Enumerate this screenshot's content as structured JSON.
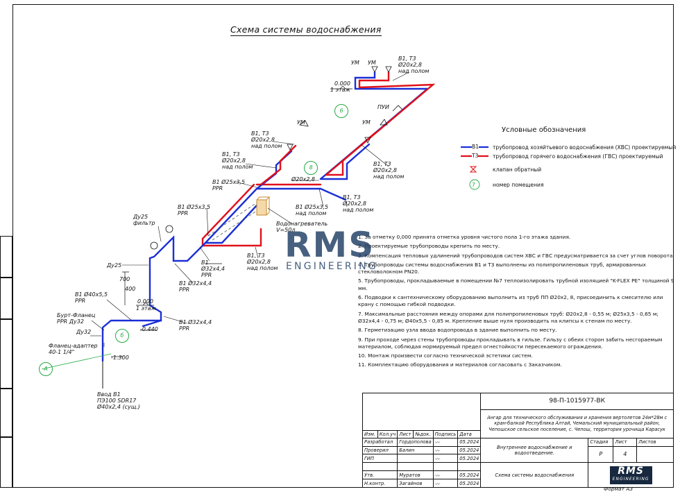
{
  "drawing": {
    "title": "Схема системы водоснабжения",
    "format": "Формат А3"
  },
  "legend": {
    "title": "Условные обозначения",
    "items": [
      {
        "code": "В1",
        "text": "трубопровод хозяйтьевого водоснабжения (ХВС) проектируемый",
        "color": "#1a2fd6"
      },
      {
        "code": "Т3",
        "text": "трубопровод горячего водоснабжения (ГВС) проектируемый",
        "color": "#e0101a"
      },
      {
        "code": "",
        "text": "клапан обратный",
        "color": "#e0101a"
      },
      {
        "code": "7",
        "text": "номер помещения",
        "color": "#22aa44"
      }
    ]
  },
  "labels": {
    "top_pipe": [
      "В1, Т3",
      "Ø20х2,8",
      "над полом"
    ],
    "level_0": "0.000",
    "floor_1": "1 этаж",
    "um": "УМ",
    "pui": "ПУИ",
    "room6": "6",
    "room8": "8",
    "room6b": "б",
    "room_a": "А",
    "left_um": "УМ",
    "b1t3_a": [
      "В1, Т3",
      "Ø20х2,8",
      "над полом"
    ],
    "b1t3_b": [
      "В1, Т3",
      "Ø20х2,8",
      "над полом"
    ],
    "b1t3_c": [
      "В1, Т3",
      "Ø20х2,8",
      "над полом"
    ],
    "mid_pipe": "Ø20х2,8",
    "b1_25_ppr": [
      "В1 Ø25х3,5",
      "PPR"
    ],
    "b1_t3_25": [
      "В1 Ø25х3,5",
      "над полом"
    ],
    "b1t3_d": [
      "В1, Т3",
      "Ø20х2,8",
      "над полом"
    ],
    "b1_25_ppr2": [
      "В1 Ø25х3,5",
      "PPR"
    ],
    "heater": [
      "Водонагреватель",
      "V=50л"
    ],
    "du25_filter": [
      "Ду25",
      "фильтр"
    ],
    "du25": "Ду25",
    "b1_32_ppr": [
      "В1",
      "Ø32х4,4",
      "PPR"
    ],
    "b1t3_e": [
      "В1, Т3",
      "Ø20х2,8",
      "над полом"
    ],
    "b1_32_4": [
      "В1 Ø32х4,4",
      "PPR"
    ],
    "dim_700": "700",
    "dim_400": "400",
    "lvl_0b": "0.000",
    "floor_1b": "1 этаж",
    "b1_40": [
      "В1 Ø40х5,5",
      "PPR"
    ],
    "burt": [
      "Бурт-Фланец",
      "PPR Ду32"
    ],
    "du32": "Ду32",
    "b1_32_low": [
      "В1 Ø32х4,4",
      "PPR"
    ],
    "lvl_m440": "-0.440",
    "flange": [
      "Фланец-адаптер",
      "40-1 1/4\""
    ],
    "lvl_m1300": "-1.300",
    "input": [
      "Ввод В1",
      "ПЭ100 SDR17",
      "Ø40х2,4 (сущ.)"
    ]
  },
  "notes": [
    "1. За отметку 0,000 принята отметка уровня чистого пола 1-го этажа здания.",
    "2. Проектируемые трубопроводы крепить по месту.",
    "3. Компенсация тепловых удлинений трубопроводов систем ХВС и ГВС предусматривается за счет углов поворота.",
    "4. Трубопроводы системы водоснабжения В1 и Т3 выполнены из полипропиленовых труб, армированных стекловолокном PN20.",
    "5. Трубопроводы, прокладываемые в помещении №7 теплоизолировать трубной изоляцией \"K-FLEX PE\" толщиной 9 мм.",
    "6. Подводки к сантехническому оборудованию выполнить из труб ПП Ø20х2, 8, присоединить к смесителю или крану с помощью гибкой подводки.",
    "7. Максимальные расстояния между опорами для полипропиленовых труб: Ø20х2,8 - 0,55 м; Ø25х3,5 - 0,65 м; Ø32х4,4 - 0,75 м; Ø40х5,5 - 0,85 м. Крепление выше нуля производить на клипсы к стенам по месту.",
    "8. Герметизацию узла ввода водопровода в здание выполнить по месту.",
    "9. При проходе через стены трубопроводы прокладывать в гильзе. Гильзу с обеих сторон забить несгораемым материалом, соблюдая нормируемый предел огнестойкости пересекаемого ограждения.",
    "10. Монтаж произвести согласно технической эстетики систем.",
    "11. Комплектацию оборудования и материалов согласовать с Заказчиком."
  ],
  "watermark": {
    "big": "RMS",
    "small": "ENGINEERING"
  },
  "stamp": {
    "code": "98-П-1015977-ВК",
    "project": "Ангар для технического обслуживания и хранения вертолетов 24м*28м с кран-балкой Республика Алтай, Чемальский муниципальный район, Чепошское сельское поселение, с. Чепош, территория урочища Карасук",
    "headers": [
      "Изм.",
      "Кол.уч",
      "Лист",
      "№док.",
      "Подпись",
      "Дата"
    ],
    "rows": [
      {
        "role": "Разработал",
        "name": "Гордополова",
        "date": "05.2024"
      },
      {
        "role": "Проверил",
        "name": "Балин",
        "date": "05.2024"
      },
      {
        "role": "ГИП",
        "name": "",
        "date": "05.2024"
      },
      {
        "role": "",
        "name": "",
        "date": ""
      },
      {
        "role": "Утв.",
        "name": "Муратов",
        "date": "05.2024"
      },
      {
        "role": "Н.контр.",
        "name": "Загайнов",
        "date": "05.2024"
      }
    ],
    "section": "Внутреннее водоснабжение и водоотведение.",
    "stage_h": "Стадия",
    "sheet_h": "Лист",
    "sheets_h": "Листов",
    "stage": "Р",
    "sheet": "4",
    "sheets": "",
    "sheet_title": "Схема системы водоснабжения",
    "logo1": "RMS",
    "logo2": "ENGINEERING"
  }
}
